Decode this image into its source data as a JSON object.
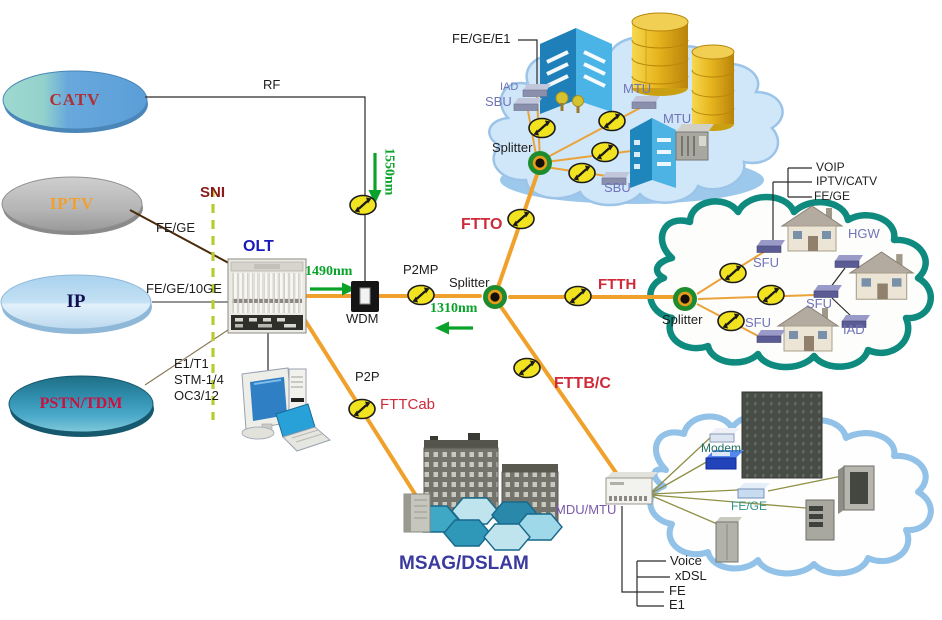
{
  "service_ellipses": {
    "catv": "CATV",
    "iptv": "IPTV",
    "ip": "IP",
    "pstn_tdm": "PSTN/TDM"
  },
  "sni": {
    "label": "SNI",
    "iptv_link": "FE/GE",
    "ip_link": "FE/GE/10GE",
    "pstn_links": [
      "E1/T1",
      "STM-1/4",
      "OC3/12"
    ]
  },
  "core": {
    "olt": "OLT",
    "wdm": "WDM",
    "rf": "RF",
    "p2mp": "P2MP",
    "p2p": "P2P",
    "splitter": "Splitter",
    "w1490": "1490nm",
    "w1550": "1550nm",
    "w1310": "1310nm"
  },
  "branches": {
    "ftto": "FTTO",
    "ftth": "FTTH",
    "fttbc": "FTTB/C",
    "fttcab": "FTTCab",
    "msag": "MSAG/DSLAM"
  },
  "ftto_cloud": {
    "access": "FE/GE/E1",
    "iad": "IAD",
    "sbu_left": "SBU",
    "mtu_top": "MTU",
    "mtu_right": "MTU",
    "sbu_bottom": "SBU",
    "splitter": "Splitter"
  },
  "ftth_cloud": {
    "splitter": "Splitter",
    "sfu_top": "SFU",
    "sfu_mid": "SFU",
    "sfu_bottom": "SFU",
    "hgw": "HGW",
    "iad": "IAD",
    "services": {
      "voip": "VOIP",
      "iptv_catv": "IPTV/CATV",
      "fe_ge": "FE/GE"
    }
  },
  "fttb_cloud": {
    "mdu_mtu": "MDU/MTU",
    "modem": "Modem",
    "fe_ge": "FE/GE",
    "services": {
      "voice": "Voice",
      "xdsl": "xDSL",
      "fe": "FE",
      "e1": "E1"
    }
  },
  "colors": {
    "fiber_orange": "#f0a12c",
    "wavelength_green": "#0aa32a",
    "ftt_red": "#cf2a3a",
    "sni_dark_red": "#8b1a1a",
    "node_purple": "#7173b9",
    "ftth_cloud_teal": "#0f8a7e",
    "fttb_cloud_blue": "#8abce4"
  }
}
